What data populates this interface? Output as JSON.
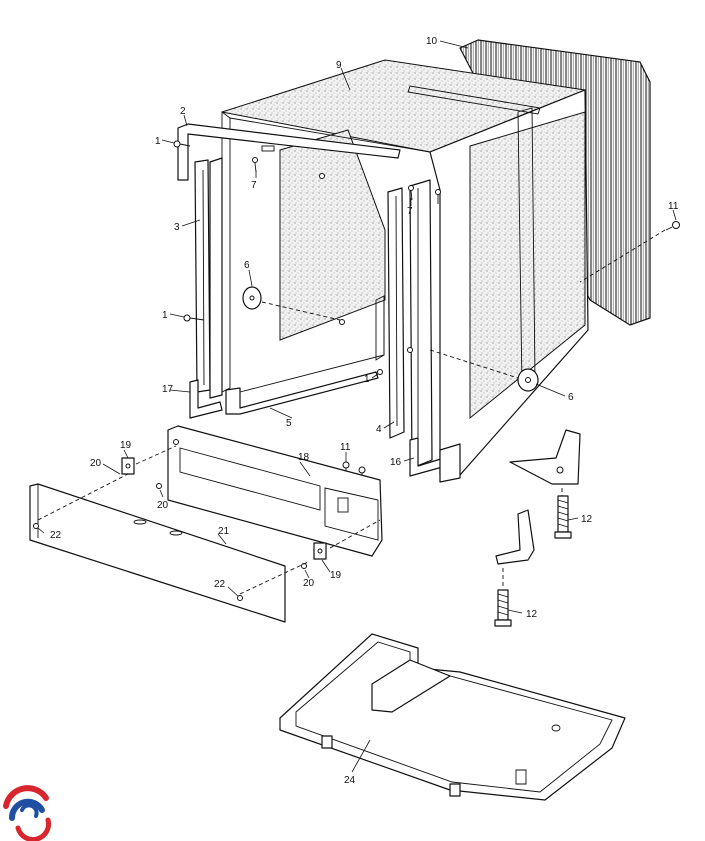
{
  "callouts": [
    "1",
    "2",
    "3",
    "1",
    "4",
    "5",
    "6",
    "6",
    "7",
    "7",
    "9",
    "10",
    "11",
    "11",
    "12",
    "12",
    "1",
    "16",
    "17",
    "18",
    "19",
    "19",
    "20",
    "20",
    "20",
    "21",
    "22",
    "22",
    "24"
  ],
  "colors": {
    "line": "#111111",
    "logo_red": "#d7262d",
    "logo_blue": "#1f4ea3"
  },
  "icons": {
    "logo": "swirl-logo-icon"
  }
}
